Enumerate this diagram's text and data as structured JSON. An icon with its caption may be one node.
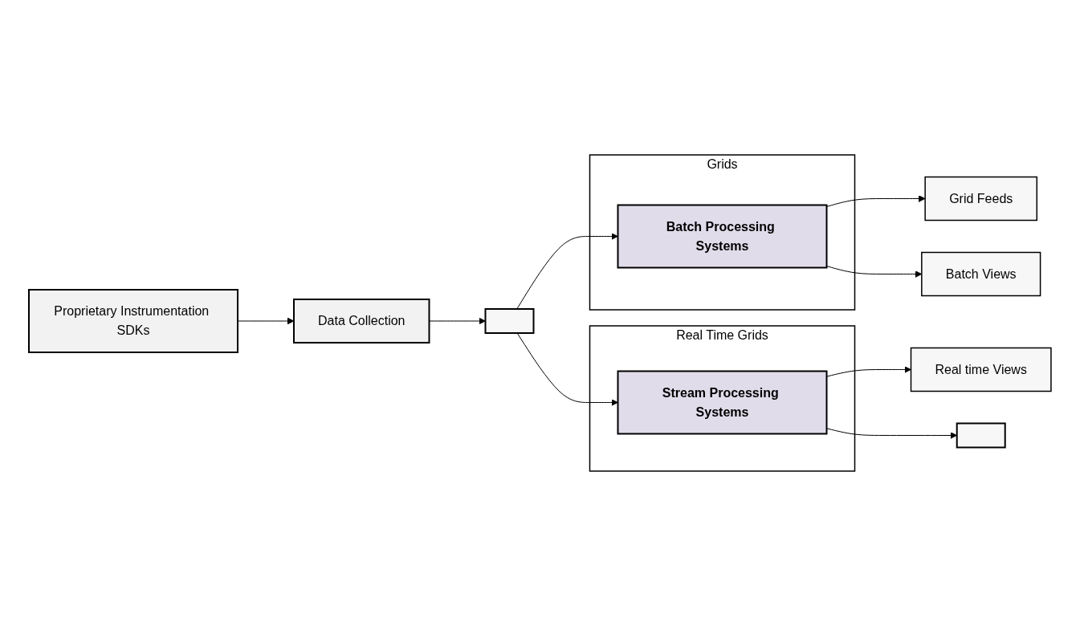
{
  "diagram": {
    "nodes": [
      {
        "text": [
          "Proprietary Instrumentation SDKs"
        ]
      },
      {
        "text": [
          "Data Collection"
        ]
      },
      {
        "text": [],
        "shape": "box"
      },
      {
        "text": [
          "Grids"
        ]
      },
      {
        "text": [
          "Batch Processing Systems"
        ],
        "in": 3
      },
      {
        "text": [
          "Real Time Grids"
        ]
      },
      {
        "text": [
          "Stream Processing Systems"
        ],
        "in": 5
      },
      {
        "text": [
          "Grid Feeds"
        ]
      },
      {
        "text": [
          "Batch Views"
        ]
      },
      {
        "text": [
          "Real time Views"
        ]
      },
      {
        "text": [],
        "shape": "box"
      }
    ],
    "edges": [
      {
        "from": 0,
        "to": 1,
        "arrow": "to"
      },
      {
        "from": 1,
        "to": 2,
        "arrow": "to"
      },
      {
        "from": 2,
        "to": 4,
        "arrow": "to"
      },
      {
        "from": 2,
        "to": 6,
        "arrow": "to"
      },
      {
        "from": 4,
        "to": 7,
        "arrow": "to"
      },
      {
        "from": 4,
        "to": 8,
        "arrow": "to"
      },
      {
        "from": 6,
        "to": 9,
        "arrow": "to"
      },
      {
        "from": 6,
        "to": 10,
        "arrow": "to"
      }
    ]
  }
}
